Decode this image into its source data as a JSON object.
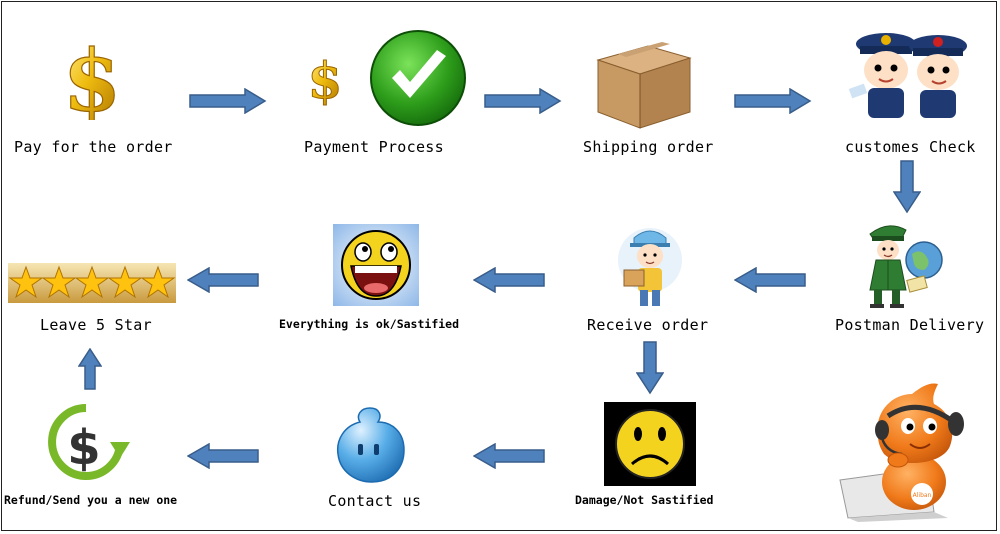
{
  "steps": {
    "pay": "Pay for the order",
    "payment_process": "Payment Process",
    "shipping": "Shipping order",
    "customs": "customes Check",
    "postman": "Postman Delivery",
    "receive": "Receive order",
    "ok": "Everything is ok/Sastified",
    "stars": "Leave 5 Star",
    "damage": "Damage/Not Sastified",
    "contact": "Contact us",
    "refund": "Refund/Send you a new one"
  },
  "colors": {
    "arrow": "#4f81bd",
    "arrow_border": "#385d8a",
    "gold": "#e8b100",
    "check_green": "#2e9e1b",
    "box_brown": "#c89a63",
    "police_blue": "#1f3a73",
    "postman_green": "#2f7d32",
    "smile_yellow": "#f4d31f",
    "mascot_orange": "#f07a1a"
  },
  "icons": [
    "dollar-icon",
    "dollar-check-icon",
    "box-icon",
    "customs-officers-icon",
    "postman-icon",
    "courier-icon",
    "laughing-face-icon",
    "five-stars-icon",
    "sad-face-icon",
    "chat-bubble-icon",
    "refund-dollar-icon",
    "mascot-icon"
  ],
  "mascot_badge": "Aliban"
}
